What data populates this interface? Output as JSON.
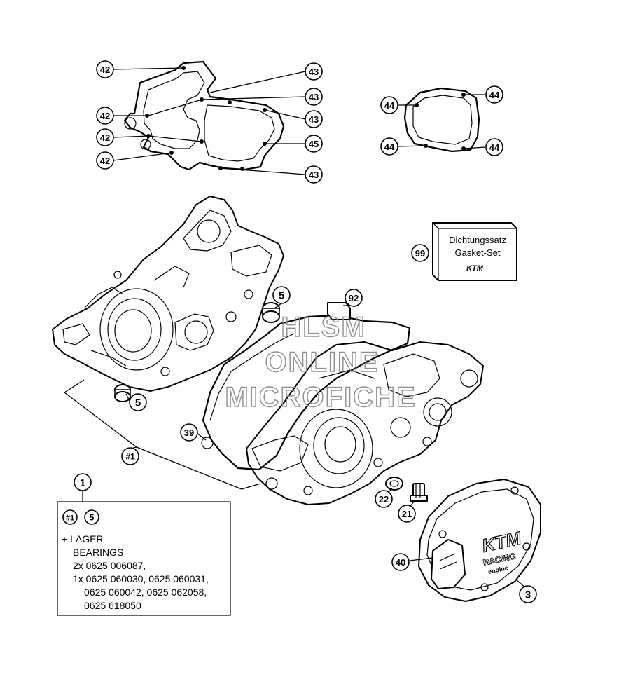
{
  "callouts": {
    "c42a": "42",
    "c42b": "42",
    "c42c": "42",
    "c42d": "42",
    "c43a": "43",
    "c43b": "43",
    "c43c": "43",
    "c43d": "43",
    "c45": "45",
    "c44a": "44",
    "c44b": "44",
    "c44c": "44",
    "c44d": "44",
    "c99": "99",
    "c5a": "5",
    "c5b": "5",
    "c92": "92",
    "c39": "39",
    "c1hash": "#1",
    "c1": "1",
    "c22": "22",
    "c21": "21",
    "c40": "40",
    "c3": "3"
  },
  "gasket_box": {
    "line1": "Dichtungssatz",
    "line2": "Gasket-Set",
    "logo": "KTM"
  },
  "cover_logo": {
    "brand": "KTM",
    "line2": "RACING",
    "line3": "engine"
  },
  "note": {
    "ref_a": "#1",
    "ref_b": "5",
    "line1": "+ LAGER",
    "line2": "BEARINGS",
    "line3": "2x 0625 006087,",
    "line4": "1x 0625 060030, 0625 060031,",
    "line5": "0625 060042, 0625 062058,",
    "line6": "0625 618050"
  },
  "watermark": {
    "line1": "HLSM",
    "line2": "ONLINE",
    "line3": "MICROFICHE"
  }
}
